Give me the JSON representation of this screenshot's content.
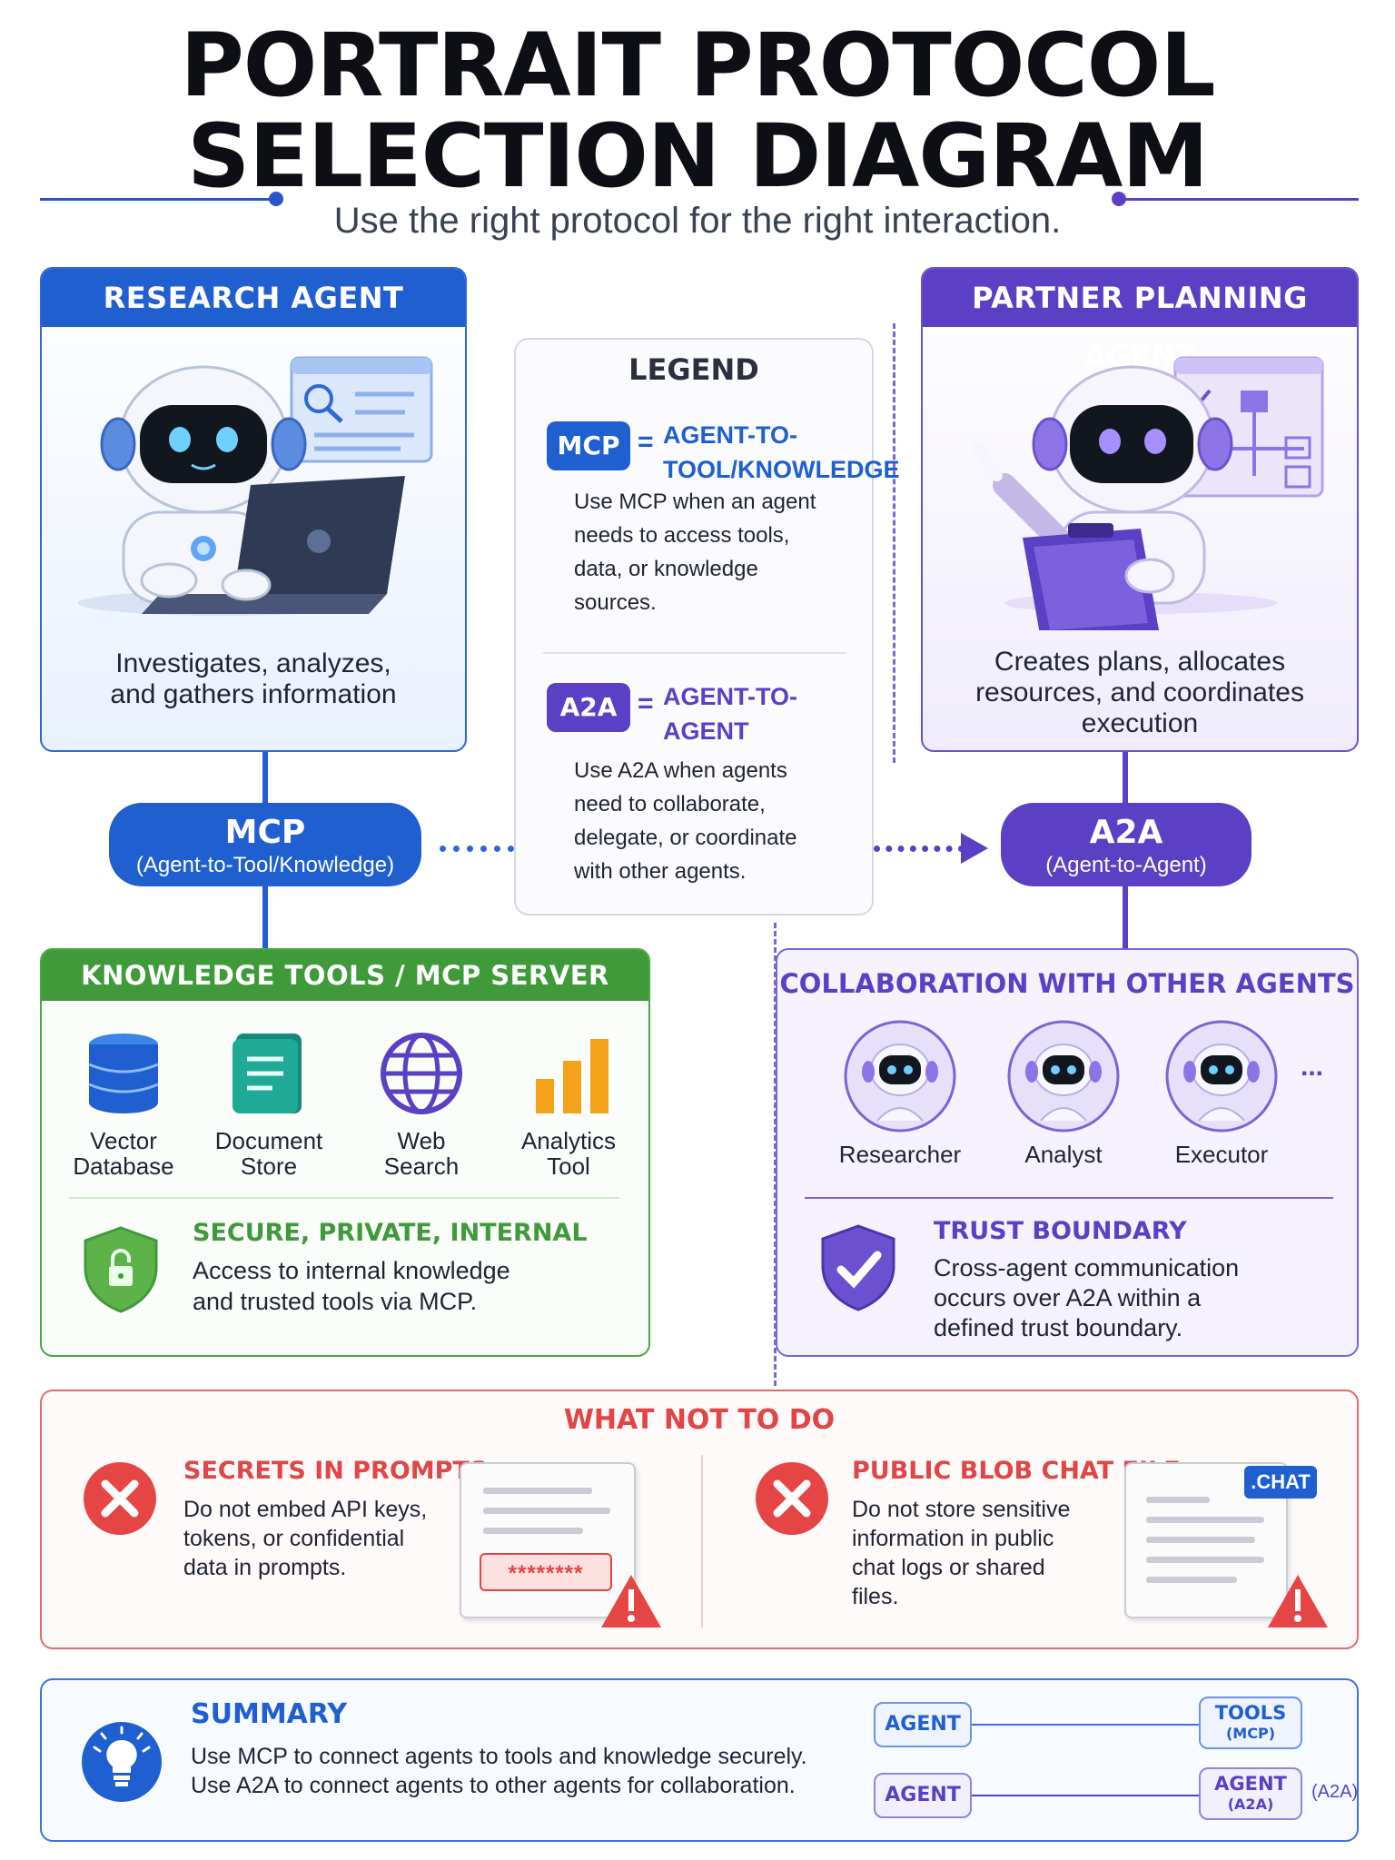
{
  "header": {
    "title_line1": "PORTRAIT PROTOCOL",
    "title_line2": "SELECTION DIAGRAM",
    "subtitle": "Use the right protocol for the right interaction."
  },
  "research_agent": {
    "title": "RESEARCH AGENT",
    "desc_line1": "Investigates, analyzes,",
    "desc_line2": "and gathers information"
  },
  "planning_agent": {
    "title": "PARTNER PLANNING AGENT",
    "desc_line1": "Creates plans, allocates",
    "desc_line2": "resources, and coordinates",
    "desc_line3": "execution"
  },
  "legend": {
    "title": "LEGEND",
    "mcp": {
      "badge": "MCP",
      "eq": "=",
      "def_line1": "AGENT-TO-",
      "def_line2": "TOOL/KNOWLEDGE",
      "body_line1": "Use MCP when an agent",
      "body_line2": "needs to access tools,",
      "body_line3": "data, or knowledge",
      "body_line4": "sources."
    },
    "a2a": {
      "badge": "A2A",
      "eq": "=",
      "def_line1": "AGENT-TO-",
      "def_line2": "AGENT",
      "body_line1": "Use A2A when agents",
      "body_line2": "need to collaborate,",
      "body_line3": "delegate, or coordinate",
      "body_line4": "with other agents."
    }
  },
  "protocols": {
    "mcp": {
      "name": "MCP",
      "sub": "(Agent-to-Tool/Knowledge)"
    },
    "a2a": {
      "name": "A2A",
      "sub": "(Agent-to-Agent)"
    }
  },
  "knowledge_tools": {
    "title": "KNOWLEDGE TOOLS / MCP SERVER",
    "tools": [
      {
        "line1": "Vector",
        "line2": "Database",
        "icon": "database-icon"
      },
      {
        "line1": "Document",
        "line2": "Store",
        "icon": "document-icon"
      },
      {
        "line1": "Web",
        "line2": "Search",
        "icon": "globe-icon"
      },
      {
        "line1": "Analytics",
        "line2": "Tool",
        "icon": "bar-chart-icon"
      }
    ],
    "secure_title": "SECURE, PRIVATE, INTERNAL",
    "secure_line1": "Access to internal knowledge",
    "secure_line2": "and trusted tools via MCP."
  },
  "collaboration": {
    "title": "COLLABORATION WITH OTHER AGENTS",
    "agents": [
      "Researcher",
      "Analyst",
      "Executor"
    ],
    "more": "...",
    "trust_title": "TRUST BOUNDARY",
    "trust_line1": "Cross-agent communication",
    "trust_line2": "occurs over A2A within a",
    "trust_line3": "defined trust boundary."
  },
  "what_not": {
    "title": "WHAT NOT TO DO",
    "secrets": {
      "title": "SECRETS IN PROMPTS",
      "line1": "Do not embed API keys,",
      "line2": "tokens, or confidential",
      "line3": "data in prompts.",
      "mask": "********"
    },
    "public": {
      "title": "PUBLIC BLOB CHAT FILE",
      "line1": "Do not store sensitive",
      "line2": "information in public",
      "line3": "chat logs or shared",
      "line4": "files.",
      "tag": ".CHAT"
    }
  },
  "summary": {
    "title": "SUMMARY",
    "line1": "Use MCP to connect agents to tools and knowledge securely.",
    "line2": "Use A2A to connect agents to other agents for collaboration.",
    "row1": {
      "left": "AGENT",
      "right_line1": "TOOLS",
      "right_line2": "(MCP)"
    },
    "row2": {
      "left": "AGENT",
      "right_line1": "AGENT",
      "right_line2": "(A2A)",
      "extra": "(A2A)"
    }
  },
  "colors": {
    "blue": "#1f5fcf",
    "purple": "#5b3fc4",
    "green": "#3f9a3a",
    "red": "#e04646"
  }
}
